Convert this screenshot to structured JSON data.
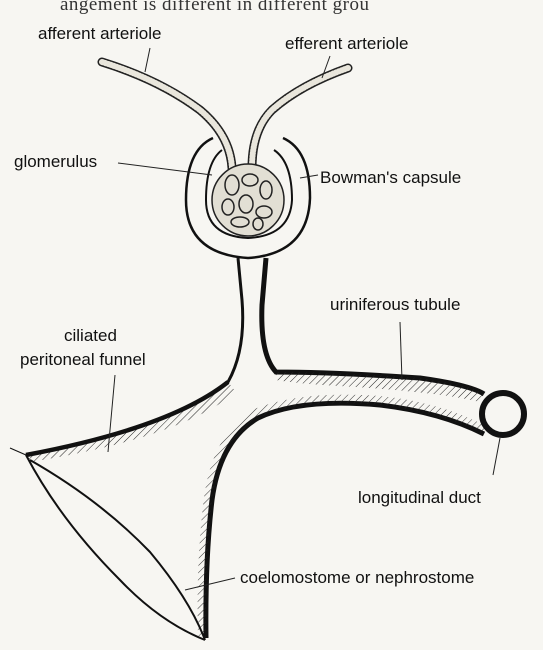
{
  "header_fragment": "angement is different in different grou",
  "labels": {
    "afferent_arteriole": "afferent arteriole",
    "efferent_arteriole": "efferent arteriole",
    "glomerulus": "glomerulus",
    "bowmans_capsule": "Bowman's capsule",
    "uriniferous_tubule": "uriniferous tubule",
    "ciliated_funnel_line1": "ciliated",
    "ciliated_funnel_line2": "peritoneal funnel",
    "longitudinal_duct": "longitudinal duct",
    "coelomostome": "coelomostome or nephrostome"
  }
}
